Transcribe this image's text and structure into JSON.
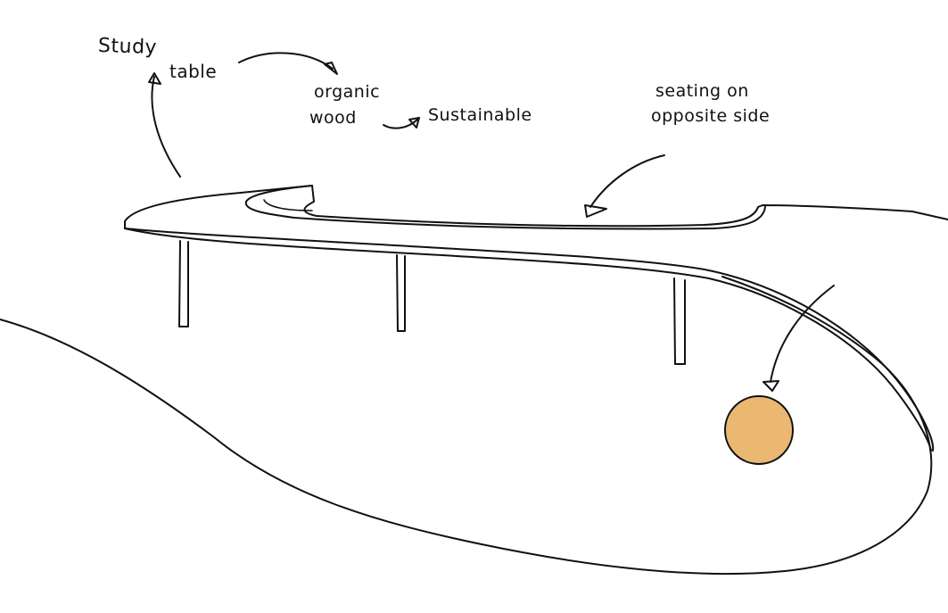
{
  "annotations": {
    "study": "Study",
    "table": "table",
    "organic": "organic",
    "wood": "wood",
    "sustainable": "Sustainable",
    "seating_line1": "seating on",
    "seating_line2": "opposite side"
  },
  "colors": {
    "ink": "#111111",
    "seat_fill": "#EBB872",
    "background": "#ffffff"
  }
}
